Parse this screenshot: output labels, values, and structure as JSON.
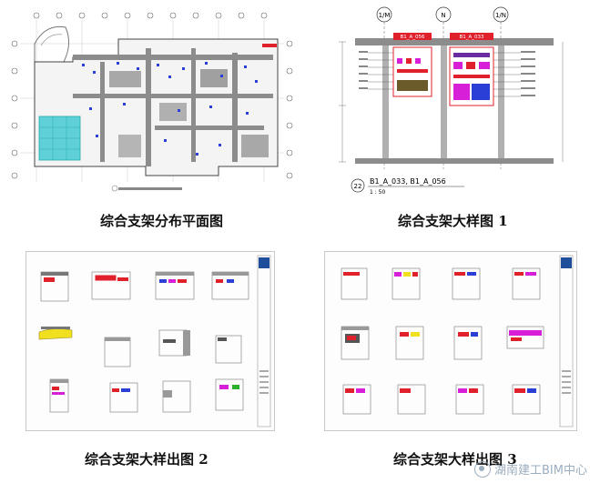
{
  "captions": {
    "plan": "综合支架分布平面图",
    "detail1": "综合支架大样图 1",
    "detail2": "综合支架大样出图 2",
    "detail3": "综合支架大样出图 3"
  },
  "drawing_labels": {
    "axis_left": "1/M",
    "axis_mid": "N",
    "axis_right": "1/N",
    "tag_a": "B1_A_056",
    "tag_b": "B1_A_033",
    "section_title": "B1_A_033, B1_A_056",
    "section_no": "22",
    "scale": "1 : 50"
  },
  "watermark": "湖南建工BIM中心",
  "colors": {
    "grey_duct": "#8c8c8c",
    "blue_pipe": "#2a3fd6",
    "cyan_zone": "#5fd0d8",
    "red_tag": "#e0202a",
    "magenta": "#d61fd6",
    "purple": "#6a2aa0",
    "olive": "#6b5a2a",
    "yellow": "#f0e020",
    "brand_blue": "#1f4f9a"
  }
}
